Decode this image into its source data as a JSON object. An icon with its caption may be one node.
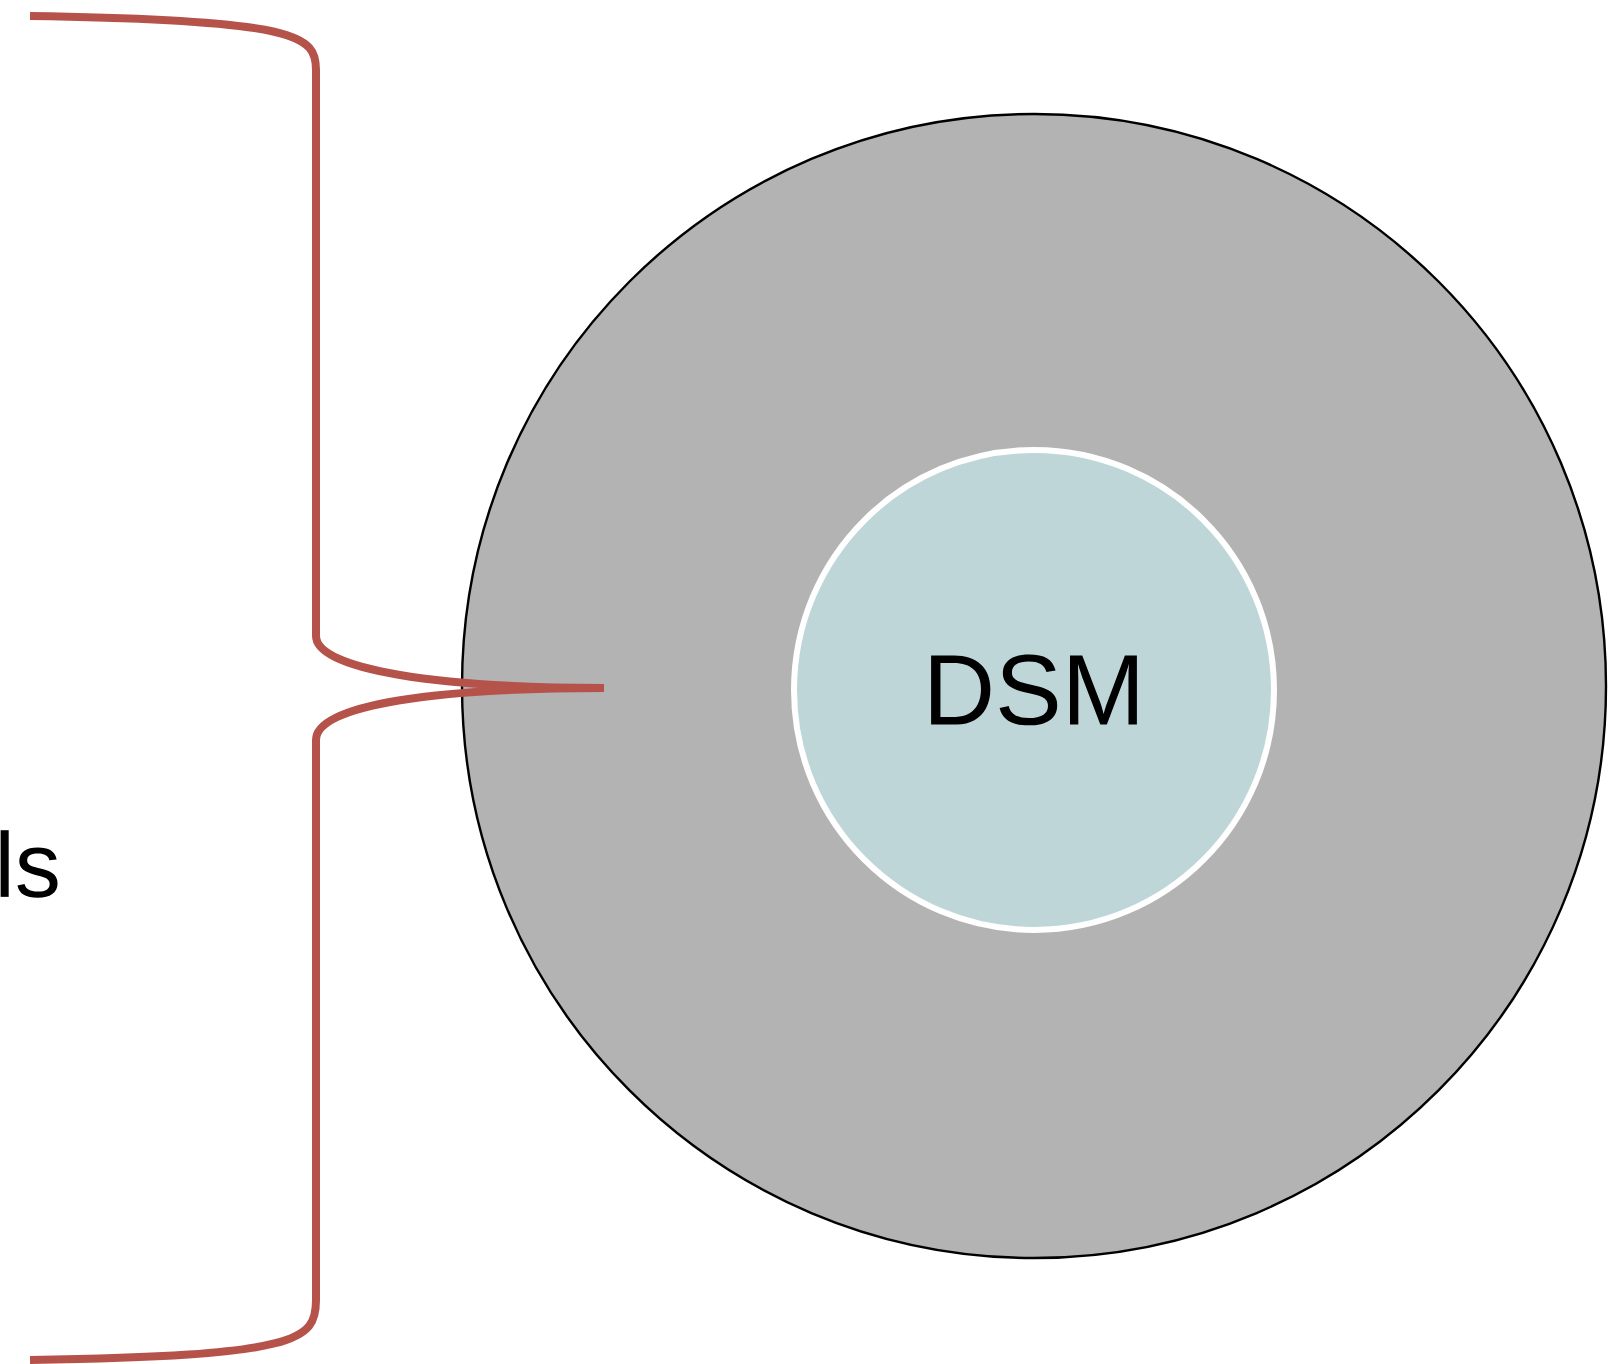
{
  "diagram": {
    "nodes": [
      {
        "text": [],
        "shape": "circle"
      },
      {
        "text": [
          "DSM"
        ],
        "in": 0
      }
    ],
    "labels": [
      "ls"
    ]
  }
}
